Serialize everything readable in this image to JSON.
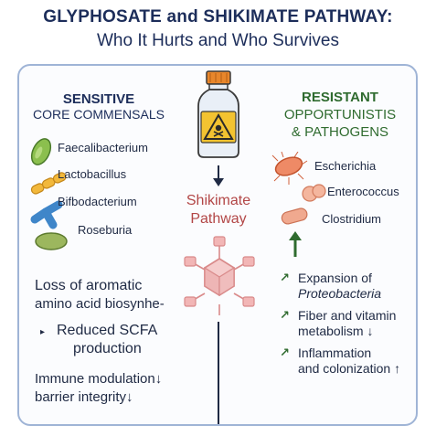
{
  "title": {
    "line1": "GLYPHOSATE and SHIKIMATE PATHWAY:",
    "line2": "Who It Hurts and Who Survives"
  },
  "sensitive": {
    "heading_line1": "SENSITIVE",
    "heading_line2": "CORE COMMENSALS",
    "organisms": [
      "Faecalibacterium",
      "Lactobacillus",
      "Bifbodacterium",
      "Roseburia"
    ],
    "effects": {
      "loss_line1": "Loss of aromatic",
      "loss_line2": "amino acid biosynhe-",
      "scfa_bullet": "▸",
      "scfa_line1": "Reduced SCFA",
      "scfa_line2": "production",
      "immune_line1": "Immune modulation↓",
      "immune_line2": "barrier integrity↓"
    }
  },
  "center": {
    "pathway_line1": "Shikimate",
    "pathway_line2": "Pathway",
    "bottle_icon": "hazard-bottle-icon"
  },
  "resistant": {
    "heading_line1": "RESISTANT",
    "heading_line2": "OPPORTUNISTIS",
    "heading_line3": "& PATHOGENS",
    "organisms": [
      "Escherichia",
      "Enterococcus",
      "Clostridium"
    ],
    "effects": [
      {
        "line1": "Expansion of",
        "line2": "Proteobacteria"
      },
      {
        "line1": "Fiber and vitamin",
        "line2": "metabolism ↓"
      },
      {
        "line1": "Inflammation",
        "line2": "and colonization ↑"
      }
    ]
  },
  "colors": {
    "navy": "#1c2d5a",
    "green": "#2f6b2f",
    "red": "#b24646",
    "panel_border": "#9fb4d6",
    "hazard_yellow": "#f3c331",
    "bottle_cap": "#e8862b"
  }
}
